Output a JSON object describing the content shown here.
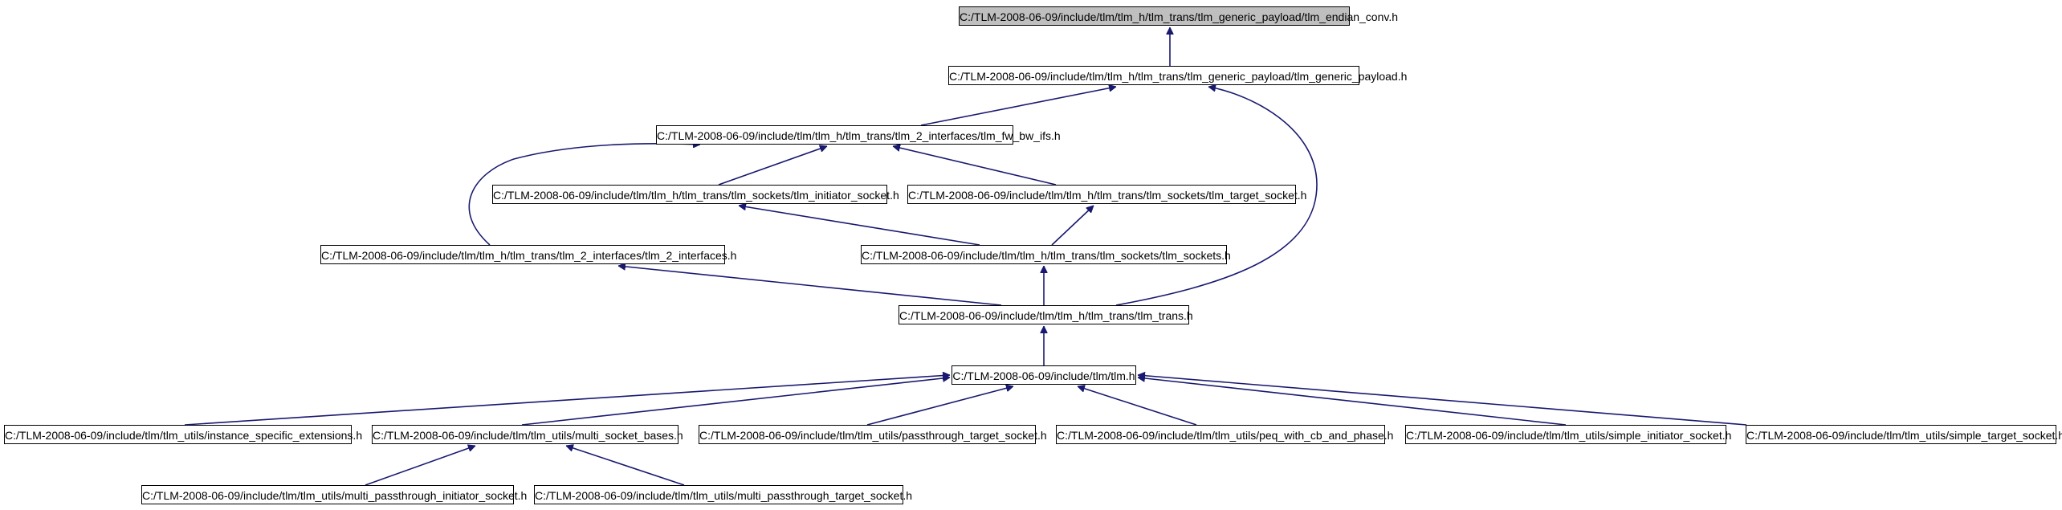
{
  "colors": {
    "edge": "#191970",
    "root_fill": "#bfbfbf",
    "node_fill": "#ffffff",
    "border": "#000000"
  },
  "nodes": [
    {
      "id": "endian_conv",
      "label": "C:/TLM-2008-06-09/include/tlm/tlm_h/tlm_trans/tlm_generic_payload/tlm_endian_conv.h",
      "root": true
    },
    {
      "id": "generic_payload",
      "label": "C:/TLM-2008-06-09/include/tlm/tlm_h/tlm_trans/tlm_generic_payload/tlm_generic_payload.h"
    },
    {
      "id": "fw_bw_ifs",
      "label": "C:/TLM-2008-06-09/include/tlm/tlm_h/tlm_trans/tlm_2_interfaces/tlm_fw_bw_ifs.h"
    },
    {
      "id": "initiator_socket",
      "label": "C:/TLM-2008-06-09/include/tlm/tlm_h/tlm_trans/tlm_sockets/tlm_initiator_socket.h"
    },
    {
      "id": "target_socket",
      "label": "C:/TLM-2008-06-09/include/tlm/tlm_h/tlm_trans/tlm_sockets/tlm_target_socket.h"
    },
    {
      "id": "tlm_2_interfaces",
      "label": "C:/TLM-2008-06-09/include/tlm/tlm_h/tlm_trans/tlm_2_interfaces/tlm_2_interfaces.h"
    },
    {
      "id": "tlm_sockets",
      "label": "C:/TLM-2008-06-09/include/tlm/tlm_h/tlm_trans/tlm_sockets/tlm_sockets.h"
    },
    {
      "id": "tlm_trans",
      "label": "C:/TLM-2008-06-09/include/tlm/tlm_h/tlm_trans/tlm_trans.h"
    },
    {
      "id": "tlm",
      "label": "C:/TLM-2008-06-09/include/tlm/tlm.h"
    },
    {
      "id": "instance_ext",
      "label": "C:/TLM-2008-06-09/include/tlm/tlm_utils/instance_specific_extensions.h"
    },
    {
      "id": "multi_socket_bases",
      "label": "C:/TLM-2008-06-09/include/tlm/tlm_utils/multi_socket_bases.h"
    },
    {
      "id": "passthrough_target",
      "label": "C:/TLM-2008-06-09/include/tlm/tlm_utils/passthrough_target_socket.h"
    },
    {
      "id": "peq",
      "label": "C:/TLM-2008-06-09/include/tlm/tlm_utils/peq_with_cb_and_phase.h"
    },
    {
      "id": "simple_initiator",
      "label": "C:/TLM-2008-06-09/include/tlm/tlm_utils/simple_initiator_socket.h"
    },
    {
      "id": "simple_target",
      "label": "C:/TLM-2008-06-09/include/tlm/tlm_utils/simple_target_socket.h"
    },
    {
      "id": "multi_pt_initiator",
      "label": "C:/TLM-2008-06-09/include/tlm/tlm_utils/multi_passthrough_initiator_socket.h"
    },
    {
      "id": "multi_pt_target",
      "label": "C:/TLM-2008-06-09/include/tlm/tlm_utils/multi_passthrough_target_socket.h"
    }
  ],
  "edges": [
    {
      "from": "generic_payload",
      "to": "endian_conv"
    },
    {
      "from": "fw_bw_ifs",
      "to": "generic_payload"
    },
    {
      "from": "tlm_trans",
      "to": "generic_payload"
    },
    {
      "from": "initiator_socket",
      "to": "fw_bw_ifs"
    },
    {
      "from": "target_socket",
      "to": "fw_bw_ifs"
    },
    {
      "from": "tlm_2_interfaces",
      "to": "fw_bw_ifs"
    },
    {
      "from": "tlm_sockets",
      "to": "initiator_socket"
    },
    {
      "from": "tlm_sockets",
      "to": "target_socket"
    },
    {
      "from": "tlm_trans",
      "to": "tlm_2_interfaces"
    },
    {
      "from": "tlm_trans",
      "to": "tlm_sockets"
    },
    {
      "from": "tlm",
      "to": "tlm_trans"
    },
    {
      "from": "instance_ext",
      "to": "tlm"
    },
    {
      "from": "multi_socket_bases",
      "to": "tlm"
    },
    {
      "from": "passthrough_target",
      "to": "tlm"
    },
    {
      "from": "peq",
      "to": "tlm"
    },
    {
      "from": "simple_initiator",
      "to": "tlm"
    },
    {
      "from": "simple_target",
      "to": "tlm"
    },
    {
      "from": "multi_pt_initiator",
      "to": "multi_socket_bases"
    },
    {
      "from": "multi_pt_target",
      "to": "multi_socket_bases"
    }
  ]
}
